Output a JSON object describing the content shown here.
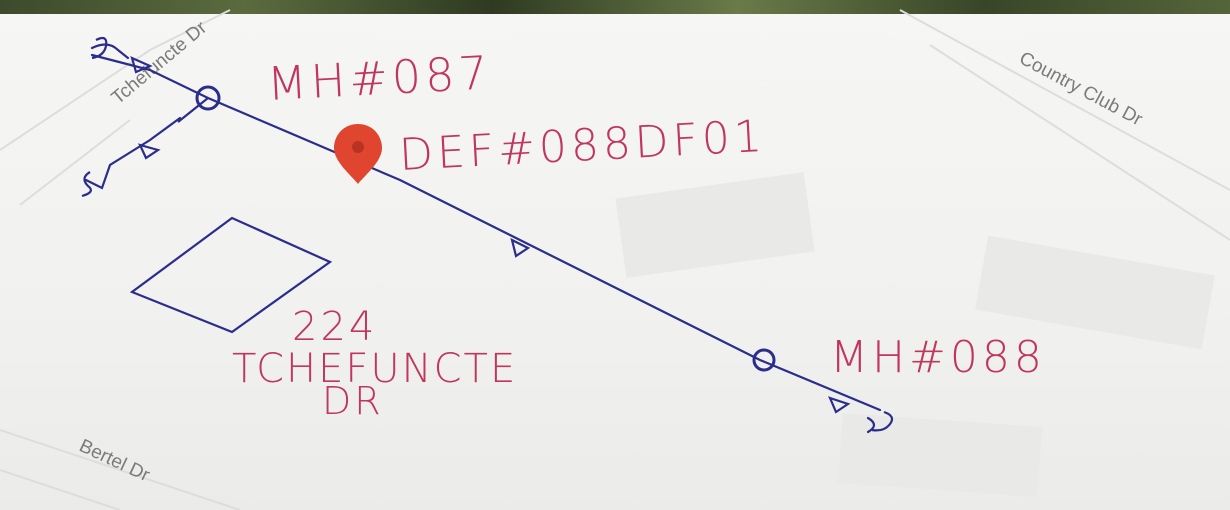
{
  "map": {
    "streets": {
      "tchefuncte": "Tchefuncte Dr",
      "country_club": "Country Club Dr",
      "bertel": "Bertel Dr"
    },
    "annotations": {
      "manhole_upstream": "MH#087",
      "defect": "DEF#088DF01",
      "manhole_downstream": "MH#088",
      "address_line1": "224",
      "address_line2": "TCHEFUNCTE",
      "address_line3": "DR"
    },
    "colors": {
      "ink_blue": "#2b2d8c",
      "ink_pink": "#c0365f",
      "pin_red": "#e0462f",
      "street_text": "#7b7b7b"
    },
    "icons": {
      "pin": "map-pin-icon",
      "manhole": "manhole-circle-icon",
      "flow_arrow": "flow-arrow-icon",
      "sewer_service": "sewer-service-icon"
    }
  }
}
